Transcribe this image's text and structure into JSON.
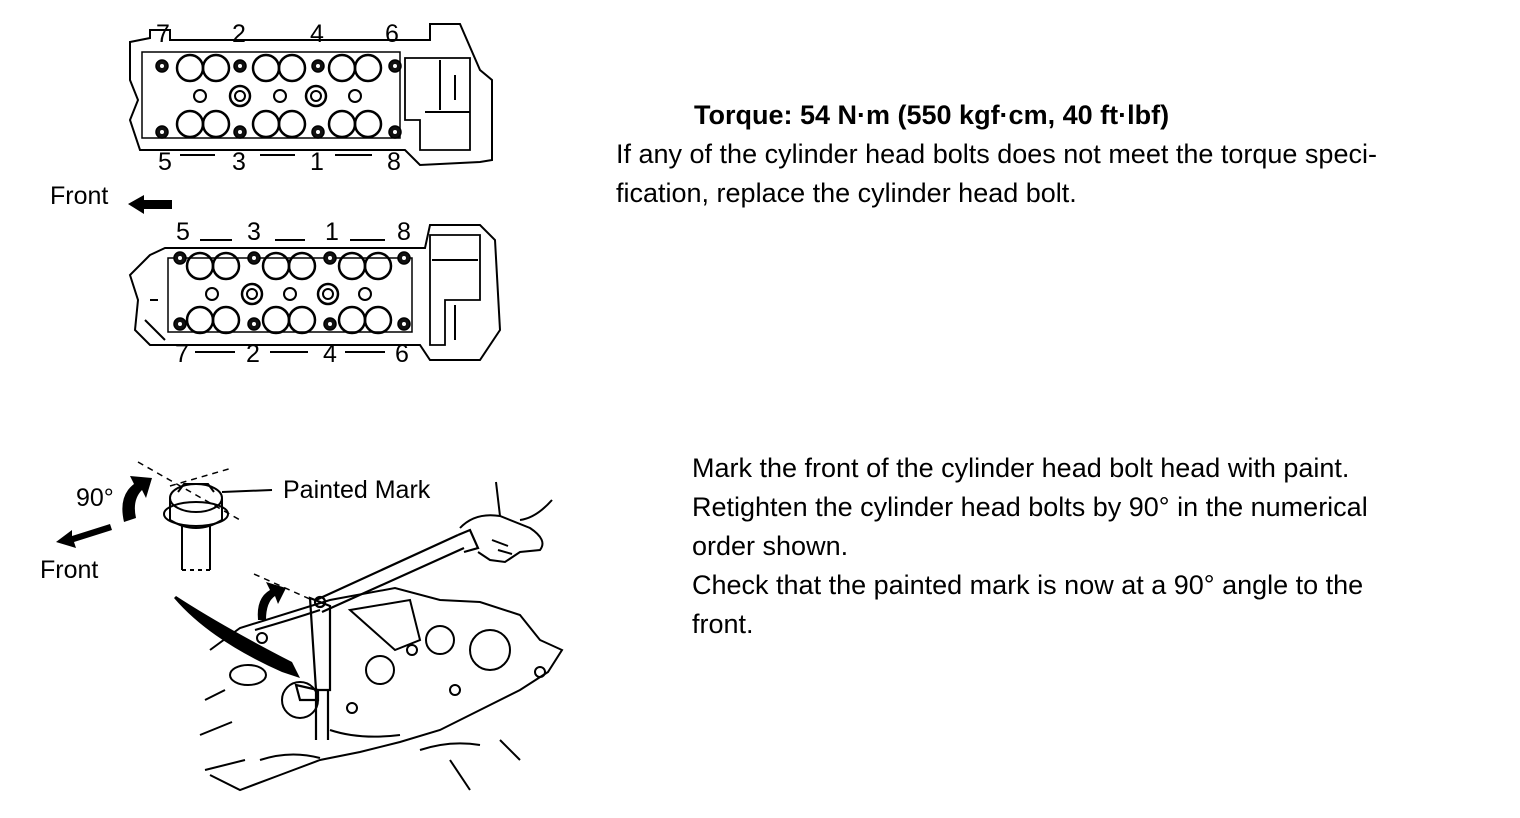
{
  "top_figure": {
    "front_label": "Front",
    "upper_bank_top_numbers": [
      "7",
      "2",
      "4",
      "6"
    ],
    "upper_bank_bottom_numbers": [
      "5",
      "3",
      "1",
      "8"
    ],
    "lower_bank_top_numbers": [
      "5",
      "3",
      "1",
      "8"
    ],
    "lower_bank_bottom_numbers": [
      "7",
      "2",
      "4",
      "6"
    ]
  },
  "top_text": {
    "torque_spec": "Torque: 54 N·m (550 kgf·cm, 40 ft·lbf)",
    "note_lines": [
      "If any of the cylinder head bolts does not meet the torque speci-",
      "fication, replace the cylinder head bolt."
    ]
  },
  "bottom_figure": {
    "angle_label": "90°",
    "painted_mark_label": "Painted Mark",
    "front_label": "Front"
  },
  "bottom_text": {
    "lines": [
      "Mark the front of the cylinder head bolt head with paint.",
      "Retighten the cylinder head bolts by 90° in the numerical",
      "order shown.",
      "Check that the painted mark is now at a 90° angle to the",
      "front."
    ]
  }
}
